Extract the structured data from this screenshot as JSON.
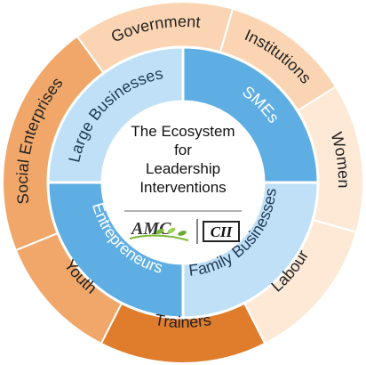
{
  "colors": {
    "outer_dark": "#e07d2c",
    "outer_mid": "#f0a769",
    "outer_light": "#fbd5b3",
    "outer_pale": "#fde9d6",
    "inner_dark": "#5faee3",
    "inner_light": "#bfe0f6",
    "divider": "#ffffff",
    "logo_green": "#7cb83a",
    "logo_text": "#333333"
  },
  "outer_ring": {
    "segments": [
      {
        "label": "Government",
        "tone": "outer_light"
      },
      {
        "label": "Institutions",
        "tone": "outer_light"
      },
      {
        "label": "Women",
        "tone": "outer_pale"
      },
      {
        "label": "Labour",
        "tone": "outer_pale"
      },
      {
        "label": "Trainers",
        "tone": "outer_dark"
      },
      {
        "label": "Youth",
        "tone": "outer_mid"
      },
      {
        "label": "Social Enterprises",
        "tone": "outer_mid"
      }
    ]
  },
  "inner_ring": {
    "segments": [
      {
        "label": "Large Businesses",
        "tone": "inner_light"
      },
      {
        "label": "SMEs",
        "tone": "inner_dark"
      },
      {
        "label": "Family Businesses",
        "tone": "inner_light"
      },
      {
        "label": "Entrepreneurs",
        "tone": "inner_dark"
      }
    ]
  },
  "center": {
    "lines": [
      "The Ecosystem",
      "for",
      "Leadership",
      "Interventions"
    ],
    "logo_left": "AMC",
    "logo_right": "CII"
  }
}
